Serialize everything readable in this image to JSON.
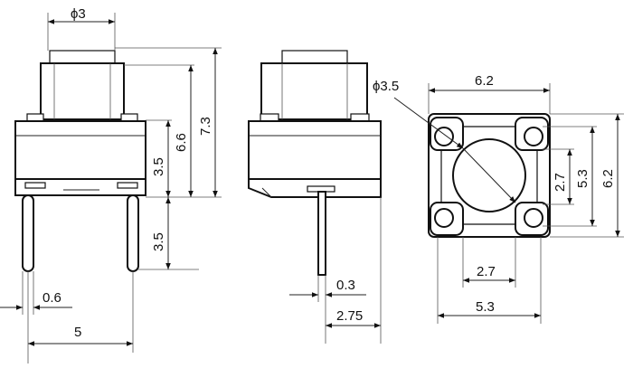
{
  "labels": {
    "phi3": "ϕ3",
    "dim_6_6": "6.6",
    "dim_7_3": "7.3",
    "dim_3_5_top": "3.5",
    "dim_3_5_bot": "3.5",
    "dim_0_6": "0.6",
    "dim_5": "5",
    "phi3_5": "ϕ3.5",
    "dim_6_2_top": "6.2",
    "dim_0_3": "0.3",
    "dim_2_75": "2.75",
    "dim_2_7_right": "2.7",
    "dim_5_3_right": "5.3",
    "dim_6_2_right": "6.2",
    "dim_2_7_bot": "2.7",
    "dim_5_3_bot": "5.3"
  }
}
